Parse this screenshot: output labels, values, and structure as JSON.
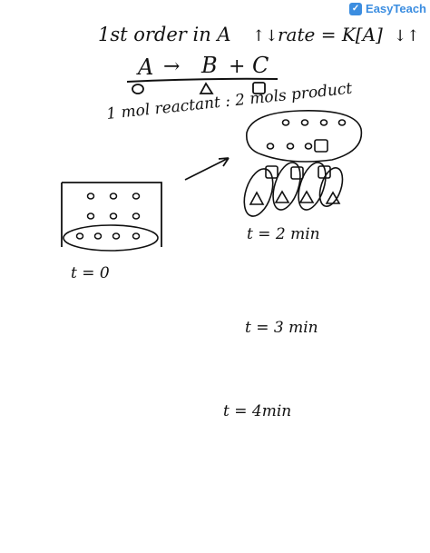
{
  "brand": {
    "name": "EasyTeach",
    "icon": "easyteach-logo-icon"
  },
  "notes": {
    "header": "1st order in A",
    "rate_law": "rate = K[A]",
    "rate_arrows": "↑↓ ↓↑",
    "reaction_A": "A",
    "reaction_arrow": "→",
    "reaction_B": "B",
    "reaction_plus": "+",
    "reaction_C": "C",
    "ratio_note": "1 mol reactant : 2 mols product",
    "t0_label": "t = 0",
    "t2_label": "t = 2 min",
    "t3_label": "t = 3 min",
    "t4_label": "t = 4min"
  }
}
